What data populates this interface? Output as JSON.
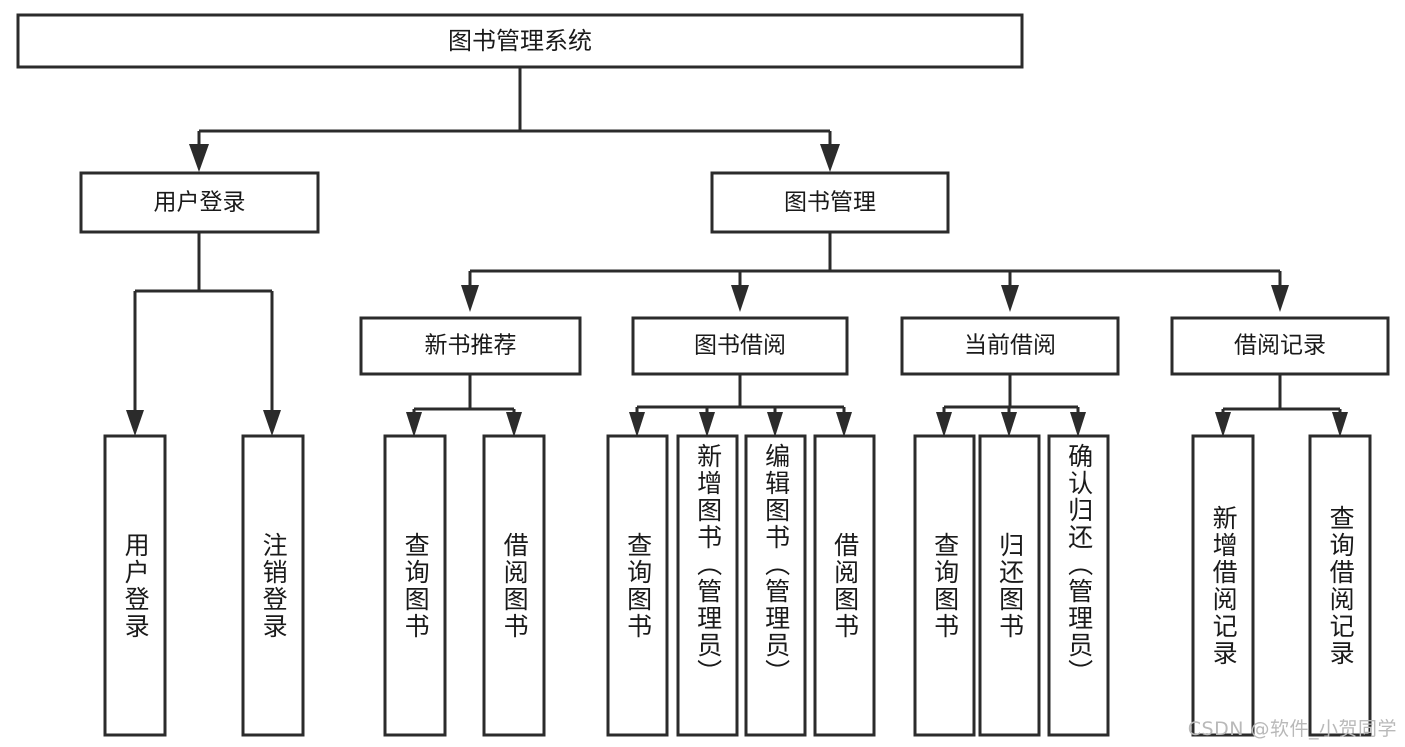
{
  "diagram": {
    "type": "tree-hierarchy",
    "title": "图书管理系统",
    "orientation": "top-down",
    "colors": {
      "stroke": "#2b2b2b",
      "fill": "#ffffff",
      "text": "#1a1a1a",
      "watermark": "#b9b9b9",
      "background": "#ffffff"
    },
    "root": {
      "label": "图书管理系统"
    },
    "level2": [
      {
        "id": "user-login",
        "label": "用户登录"
      },
      {
        "id": "book-management",
        "label": "图书管理"
      }
    ],
    "level3": [
      {
        "id": "new-book-recommend",
        "label": "新书推荐",
        "parent": "book-management"
      },
      {
        "id": "book-borrow",
        "label": "图书借阅",
        "parent": "book-management"
      },
      {
        "id": "current-borrow",
        "label": "当前借阅",
        "parent": "book-management"
      },
      {
        "id": "borrow-record",
        "label": "借阅记录",
        "parent": "book-management"
      }
    ],
    "leaves": {
      "user-login": [
        {
          "id": "leaf-user-login",
          "label": "用户登录"
        },
        {
          "id": "leaf-user-logout",
          "label": "注销登录"
        }
      ],
      "new-book-recommend": [
        {
          "id": "leaf-query-book-1",
          "label": "查询图书"
        },
        {
          "id": "leaf-borrow-book-1",
          "label": "借阅图书"
        }
      ],
      "book-borrow": [
        {
          "id": "leaf-query-book-2",
          "label": "查询图书"
        },
        {
          "id": "leaf-add-book",
          "label": "新增图书（管理员）"
        },
        {
          "id": "leaf-edit-book",
          "label": "编辑图书（管理员）"
        },
        {
          "id": "leaf-borrow-book-2",
          "label": "借阅图书"
        }
      ],
      "current-borrow": [
        {
          "id": "leaf-query-book-3",
          "label": "查询图书"
        },
        {
          "id": "leaf-return-book",
          "label": "归还图书"
        },
        {
          "id": "leaf-confirm-return",
          "label": "确认归还（管理员）"
        }
      ],
      "borrow-record": [
        {
          "id": "leaf-add-borrow-record",
          "label": "新增借阅记录"
        },
        {
          "id": "leaf-query-borrow-record",
          "label": "查询借阅记录"
        }
      ]
    }
  },
  "watermark": {
    "text": "CSDN @软件_小贺同学"
  }
}
